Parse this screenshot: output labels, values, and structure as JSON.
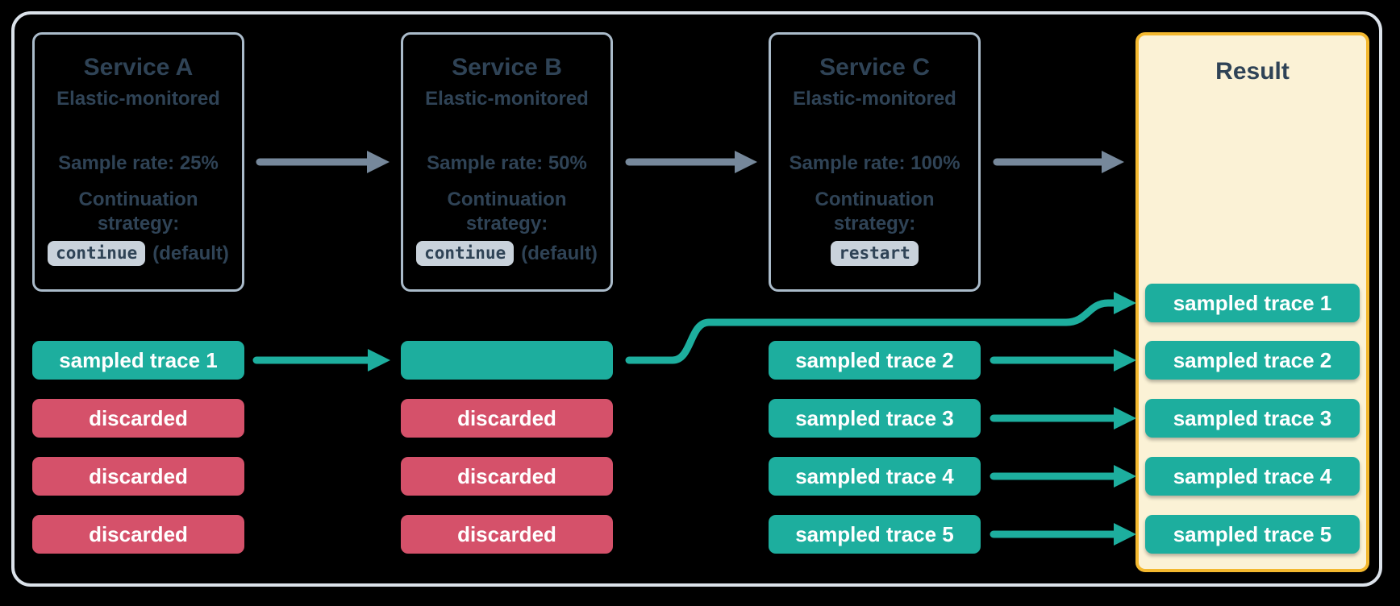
{
  "colors": {
    "background": "#000000",
    "outer_border": "#dbe2ea",
    "service_border": "#aabbca",
    "text_dark": "#2f4356",
    "teal": "#1dae9e",
    "red": "#d5516a",
    "result_fill": "#fbf2d6",
    "result_border": "#f3b82f",
    "arrow_gray": "#76889b",
    "code_chip_bg": "#c9d2db"
  },
  "services": [
    {
      "title": "Service A",
      "subtitle": "Elastic-monitored",
      "sample_rate": "Sample rate: 25%",
      "strategy_label": "Continuation strategy:",
      "strategy_value": "continue",
      "strategy_suffix": "(default)"
    },
    {
      "title": "Service B",
      "subtitle": "Elastic-monitored",
      "sample_rate": "Sample rate: 50%",
      "strategy_label": "Continuation strategy:",
      "strategy_value": "continue",
      "strategy_suffix": "(default)"
    },
    {
      "title": "Service C",
      "subtitle": "Elastic-monitored",
      "sample_rate": "Sample rate: 100%",
      "strategy_label": "Continuation strategy:",
      "strategy_value": "restart",
      "strategy_suffix": ""
    }
  ],
  "result": {
    "title": "Result",
    "traces": [
      "sampled trace 1",
      "sampled trace 2",
      "sampled trace 3",
      "sampled trace 4",
      "sampled trace 5"
    ]
  },
  "columns": {
    "a": [
      "sampled trace 1",
      "discarded",
      "discarded",
      "discarded"
    ],
    "b": [
      "",
      "discarded",
      "discarded",
      "discarded"
    ],
    "c": [
      "sampled trace 2",
      "sampled trace 3",
      "sampled trace 4",
      "sampled trace 5"
    ]
  }
}
